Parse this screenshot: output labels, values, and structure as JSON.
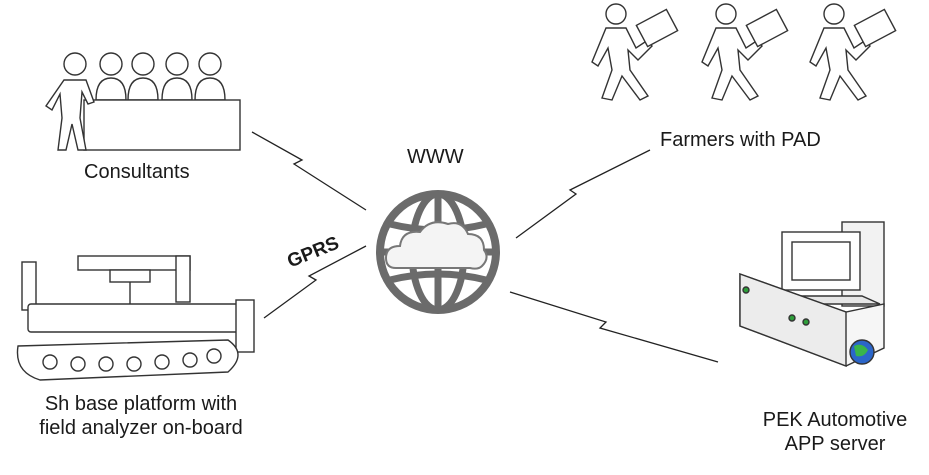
{
  "nodes": {
    "consultants": {
      "label": "Consultants",
      "icon": "consultants-group-icon"
    },
    "internet": {
      "label": "WWW",
      "icon": "globe-cloud-icon"
    },
    "farmers": {
      "label": "Farmers with PAD",
      "icon": "farmers-with-pad-icon"
    },
    "platform": {
      "label_line1": "Sh base platform with",
      "label_line2": "field analyzer on-board",
      "icon": "tracked-robot-platform-icon"
    },
    "server": {
      "label_line1": "PEK Automotive",
      "label_line2": "APP server",
      "icon": "app-server-icon"
    }
  },
  "links": {
    "gprs": {
      "label": "GPRS"
    }
  },
  "colors": {
    "globe": "#6b6b6b",
    "line": "#222222",
    "server_accent": "#2e9e3a"
  }
}
